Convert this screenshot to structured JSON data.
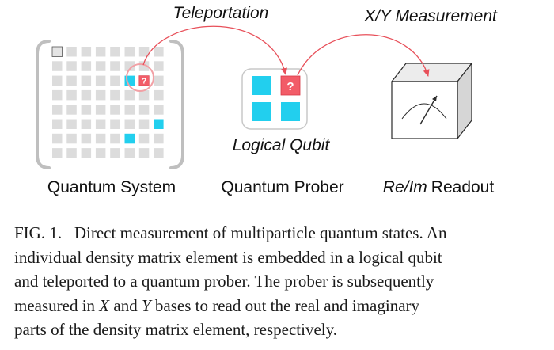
{
  "labels": {
    "teleportation": "Teleportation",
    "measurement": "X/Y Measurement",
    "logical_qubit": "Logical Qubit",
    "quantum_system": "Quantum System",
    "quantum_prober": "Quantum Prober",
    "readout_italic": "Re/Im",
    "readout_text": "Readout",
    "question_mark": "?"
  },
  "caption": {
    "fig_label": "FIG. 1.",
    "l1": "Direct measurement of multiparticle quantum states. An",
    "l2": "individual density matrix element is embedded in a logical qubit",
    "l3": "and teleported to a quantum prober. The prober is subsequently",
    "l4a": "measured in ",
    "l4x": "X",
    "l4b": " and ",
    "l4y": "Y",
    "l4c": " bases to read out the real and imaginary",
    "l5": "parts of the density matrix element, respectively."
  },
  "colors": {
    "cyan": "#22cfee",
    "red_fill": "#f25c68",
    "red_line": "#e8505a",
    "grid_cell": "#dcdcdc",
    "bracket": "#bfbfbf"
  }
}
